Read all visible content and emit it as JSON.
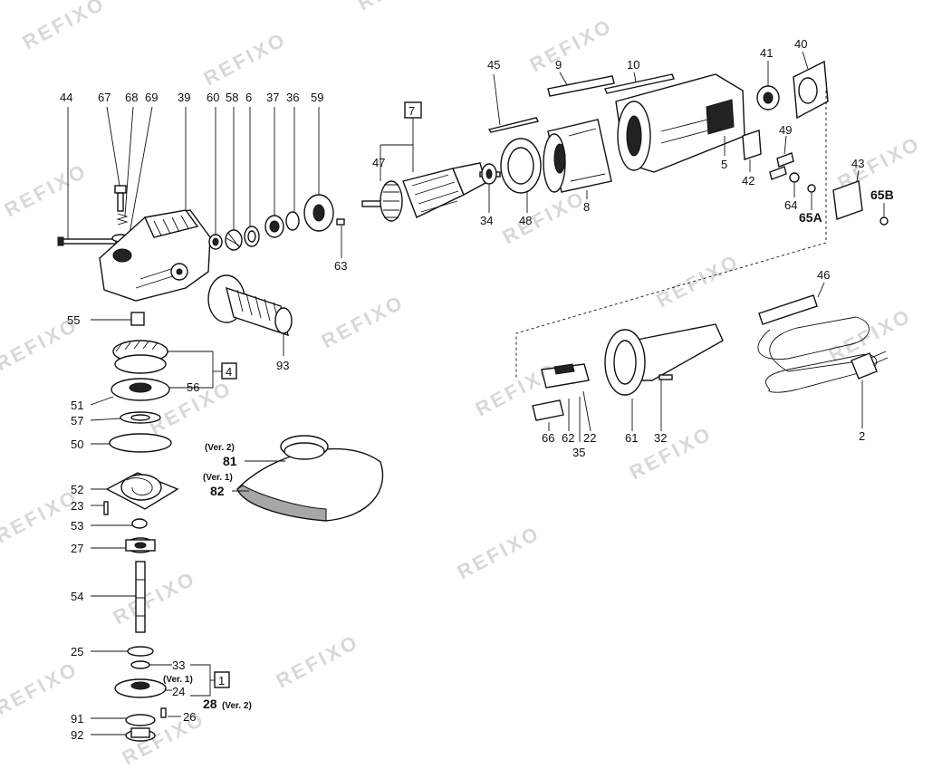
{
  "watermark": "REFIXO",
  "labels": {
    "p44": "44",
    "p67": "67",
    "p68": "68",
    "p69": "69",
    "p39": "39",
    "p60": "60",
    "p58": "58",
    "p6": "6",
    "p37": "37",
    "p36": "36",
    "p59": "59",
    "p7": "7",
    "p47": "47",
    "p63": "63",
    "p45": "45",
    "p9": "9",
    "p10": "10",
    "p34": "34",
    "p48": "48",
    "p8": "8",
    "p41": "41",
    "p40": "40",
    "p49": "49",
    "p5": "5",
    "p42": "42",
    "p43": "43",
    "p65B": "65B",
    "p64": "64",
    "p65A": "65A",
    "p55": "55",
    "p4": "4",
    "p51": "51",
    "p56": "56",
    "p57": "57",
    "p50": "50",
    "p93": "93",
    "p81": "81",
    "p82": "82",
    "ver2a": "(Ver. 2)",
    "ver1a": "(Ver. 1)",
    "p52": "52",
    "p23": "23",
    "p53": "53",
    "p27": "27",
    "p54": "54",
    "p25": "25",
    "p33": "33",
    "ver1b": "(Ver. 1)",
    "p24": "24",
    "p1": "1",
    "p28": "28",
    "ver2b": "(Ver. 2)",
    "p26": "26",
    "p91": "91",
    "p92": "92",
    "p46": "46",
    "p66": "66",
    "p62": "62",
    "p22": "22",
    "p35": "35",
    "p61": "61",
    "p32": "32",
    "p2": "2"
  }
}
